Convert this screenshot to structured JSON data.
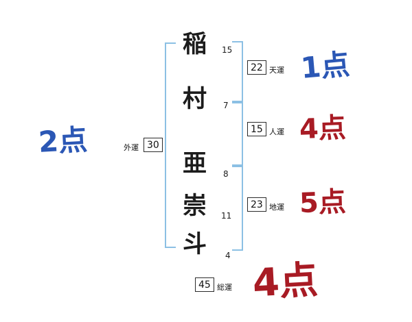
{
  "name_chars": [
    {
      "char": "稲",
      "strokes": "15"
    },
    {
      "char": "村",
      "strokes": "7"
    },
    {
      "char": "亜",
      "strokes": "8"
    },
    {
      "char": "崇",
      "strokes": "11"
    },
    {
      "char": "斗",
      "strokes": "4"
    }
  ],
  "fortunes": {
    "gaiun": {
      "label": "外運",
      "value": "30",
      "score": "2点"
    },
    "tenun": {
      "label": "天運",
      "value": "22",
      "score": "1点"
    },
    "jinun": {
      "label": "人運",
      "value": "15",
      "score": "4点"
    },
    "chiun": {
      "label": "地運",
      "value": "23",
      "score": "5点"
    },
    "souun": {
      "label": "総運",
      "value": "45",
      "score": "4点"
    }
  },
  "colors": {
    "bracket_blue": "#8cc0e4",
    "score_blue": "#2b57b5",
    "score_red": "#a81b24"
  }
}
